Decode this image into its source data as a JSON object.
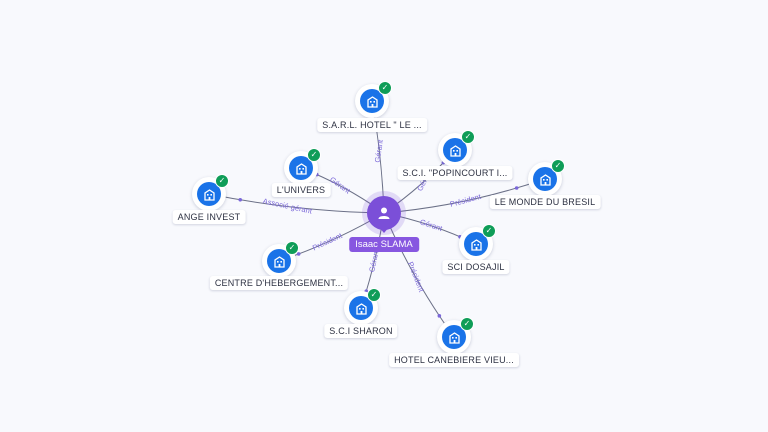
{
  "center": {
    "name": "Isaac SLAMA",
    "icon": "person-icon",
    "color": "#7b4fd8"
  },
  "companies": [
    {
      "key": "sarl-hotel-le",
      "name": "S.A.R.L. HOTEL \" LE ...",
      "relation": "Gérant"
    },
    {
      "key": "sci-popincourt",
      "name": "S.C.I. \"POPINCOURT I...",
      "relation": "Gérant"
    },
    {
      "key": "le-monde-du-bresil",
      "name": "LE MONDE DU BRESIL",
      "relation": "Président"
    },
    {
      "key": "sci-dosajil",
      "name": "SCI DOSAJIL",
      "relation": "Gérant"
    },
    {
      "key": "hotel-canebiere",
      "name": "HOTEL CANEBIERE VIEU...",
      "relation": "Président"
    },
    {
      "key": "sci-sharon",
      "name": "S.C.I SHARON",
      "relation": "Gérant"
    },
    {
      "key": "centre-hebergement",
      "name": "CENTRE D'HEBERGEMENT...",
      "relation": "Président"
    },
    {
      "key": "ange-invest",
      "name": "ANGE INVEST",
      "relation": "Associé-gérant"
    },
    {
      "key": "l-univers",
      "name": "L'UNIVERS",
      "relation": "Gérant"
    }
  ],
  "colors": {
    "company_icon": "#1a73e8",
    "verified_badge": "#0f9d58",
    "edge": "#6b7087",
    "edge_label": "#7b68d9"
  },
  "icons": {
    "company": "building-icon",
    "badge": "check-icon"
  }
}
